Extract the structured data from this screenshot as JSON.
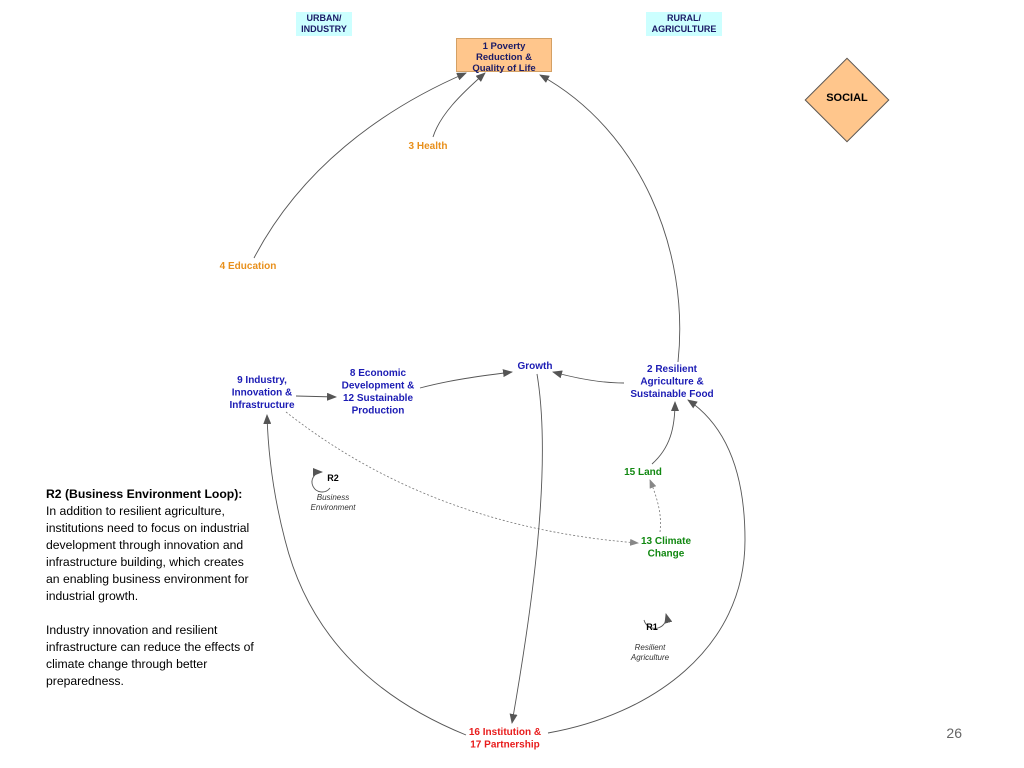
{
  "headers": {
    "urban": [
      "URBAN/",
      "INDUSTRY"
    ],
    "rural": [
      "RURAL/",
      "AGRICULTURE"
    ]
  },
  "poverty": [
    "1 Poverty",
    "Reduction &",
    "Quality of Life"
  ],
  "social": "SOCIAL",
  "nodes": {
    "health": [
      "3 Health"
    ],
    "education": [
      "4 Education"
    ],
    "industry": [
      "9 Industry,",
      "Innovation &",
      "Infrastructure"
    ],
    "economic": [
      "8 Economic",
      "Development &",
      "12 Sustainable",
      "Production"
    ],
    "growth": [
      "Growth"
    ],
    "agriculture": [
      "2 Resilient",
      "Agriculture &",
      "Sustainable Food"
    ],
    "land": [
      "15 Land"
    ],
    "climate": [
      "13 Climate",
      "Change"
    ],
    "institution": [
      "16 Institution &",
      "17 Partnership"
    ]
  },
  "loops": {
    "r2": {
      "id": "R2",
      "label": [
        "Business",
        "Environment"
      ]
    },
    "r1": {
      "id": "R1",
      "label": [
        "Resilient",
        "Agriculture"
      ]
    }
  },
  "colors": {
    "blue": "#1c1cb4",
    "orange": "#e8901c",
    "green": "#118811",
    "red": "#e81c1c",
    "peach": "#ffc68c",
    "cyan": "#ccffff"
  },
  "notes": {
    "heading": "R2 (Business Environment Loop):",
    "p1_rest": "In addition to resilient agriculture, institutions need to focus on industrial development through innovation and infrastructure building, which creates an enabling business environment for industrial growth.",
    "p2": "Industry innovation and resilient infrastructure can reduce the effects of climate change through better preparedness."
  },
  "page_number": "26"
}
